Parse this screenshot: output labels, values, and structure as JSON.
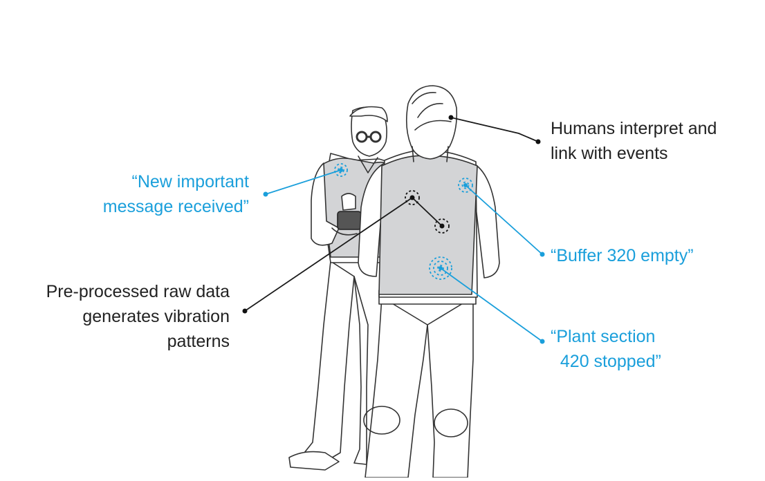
{
  "annotations": {
    "humans_interpret": "Humans interpret and\nlink with events",
    "new_message": "“New important\nmessage received”",
    "buffer_empty": "“Buffer 320 empty”",
    "preprocessed": "Pre-processed raw data\ngenerates vibration\npatterns",
    "plant_stopped": "“Plant section\n  420 stopped”"
  },
  "colors": {
    "accent_blue": "#1a9fdb",
    "line_dark": "#1a1a1a",
    "vest_grey": "#d3d4d6",
    "outline": "#333333"
  }
}
